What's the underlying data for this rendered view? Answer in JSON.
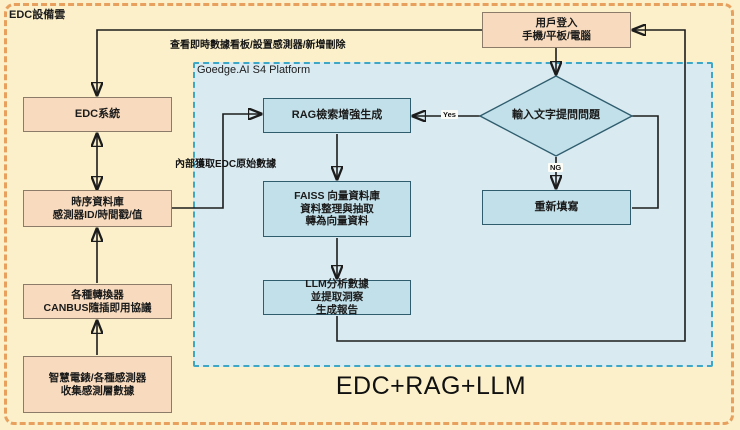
{
  "labels": {
    "outer": "EDC設備雲",
    "platform": "Goedge.AI S4 Platform",
    "title": "EDC+RAG+LLM",
    "view_dashboard": "查看即時數據看板/設置感測器/新增刪除",
    "internal_fetch": "內部獲取EDC原始數據",
    "yes": "Yes",
    "ng": "NG"
  },
  "nodes": {
    "user_login": {
      "lines": [
        "用戶登入",
        "手機/平板/電腦"
      ]
    },
    "edc_system": {
      "lines": [
        "EDC系統"
      ]
    },
    "timeseries_db": {
      "lines": [
        "時序資料庫",
        "感測器ID/時間戳/值"
      ]
    },
    "converters": {
      "lines": [
        "各種轉換器",
        "CANBUS隨插即用協議"
      ]
    },
    "smart_meters": {
      "lines": [
        "智慧電錶/各種感測器",
        "收集感測層數據"
      ]
    },
    "rag": {
      "lines": [
        "RAG檢索增強生成"
      ]
    },
    "question_decision": {
      "lines": [
        "輸入文字提問問題"
      ]
    },
    "refill": {
      "lines": [
        "重新填寫"
      ]
    },
    "faiss": {
      "lines": [
        "FAISS 向量資料庫",
        "資料整理與抽取",
        "轉為向量資料"
      ]
    },
    "llm": {
      "lines": [
        "LLM分析數據",
        "並提取洞察",
        "生成報告"
      ]
    }
  },
  "colors": {
    "background": "#FBF0C9",
    "outer_border": "#E8A05F",
    "panel_fill": "#D9EAF1",
    "panel_border": "#3EA7C6",
    "process_fill": "#F8DBBE",
    "process_border": "#8D7B6A",
    "ai_fill": "#C2E0E9",
    "ai_border": "#2F5D6E",
    "connector": "#1C1C1C"
  }
}
